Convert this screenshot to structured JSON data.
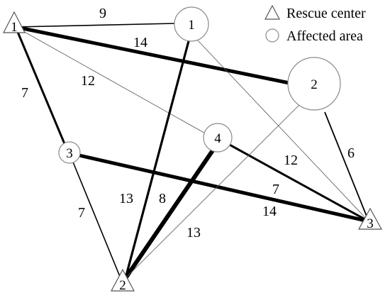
{
  "legend": {
    "rescue_center_label": "Rescue center",
    "affected_area_label": "Affected area"
  },
  "nodes": {
    "rescue_centers": [
      "1",
      "2",
      "3"
    ],
    "affected_areas": [
      "1",
      "2",
      "3",
      "4"
    ]
  },
  "edges": [
    {
      "id": "rc1-aa1",
      "from": "rescue-center-1",
      "to": "affected-area-1",
      "label": "9",
      "weight": "thin"
    },
    {
      "id": "rc1-aa2",
      "from": "rescue-center-1",
      "to": "affected-area-2",
      "label": "14",
      "weight": "thick"
    },
    {
      "id": "rc1-aa4",
      "from": "rescue-center-1",
      "to": "affected-area-4",
      "label": "12",
      "weight": "hairline"
    },
    {
      "id": "rc1-aa3",
      "from": "rescue-center-1",
      "to": "affected-area-3",
      "label": "7",
      "weight": "medium"
    },
    {
      "id": "aa3-rc2",
      "from": "affected-area-3",
      "to": "rescue-center-2",
      "label": "7",
      "weight": "thin"
    },
    {
      "id": "aa3-rc3",
      "from": "affected-area-3",
      "to": "rescue-center-3",
      "label": "14",
      "weight": "thick"
    },
    {
      "id": "aa1-rc2",
      "from": "affected-area-1",
      "to": "rescue-center-2",
      "label": "13",
      "weight": "medium"
    },
    {
      "id": "aa1-rc3",
      "from": "affected-area-1",
      "to": "rescue-center-3",
      "label": "12",
      "weight": "hairline"
    },
    {
      "id": "aa4-rc2",
      "from": "affected-area-4",
      "to": "rescue-center-2",
      "label": "8",
      "weight": "thick"
    },
    {
      "id": "aa4-rc3",
      "from": "affected-area-4",
      "to": "rescue-center-3",
      "label": "7",
      "weight": "medium"
    },
    {
      "id": "aa2-rc2",
      "from": "affected-area-2",
      "to": "rescue-center-2",
      "label": "13",
      "weight": "hairline"
    },
    {
      "id": "aa2-rc3",
      "from": "affected-area-2",
      "to": "rescue-center-3",
      "label": "6",
      "weight": "thin"
    }
  ],
  "colors": {
    "line": "#000000",
    "node_stroke": "#8a8a8a",
    "background": "#ffffff"
  }
}
